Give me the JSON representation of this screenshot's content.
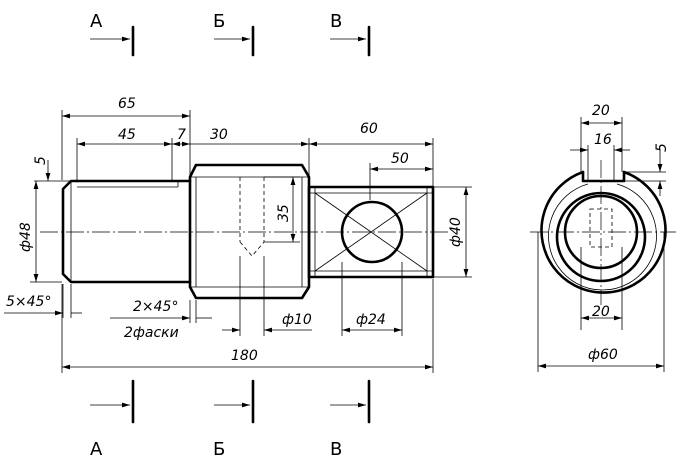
{
  "sections": {
    "a": "А",
    "b": "Б",
    "v": "В"
  },
  "dims": {
    "d65": "65",
    "d45": "45",
    "d7": "7",
    "d30": "30",
    "d60": "60",
    "d50": "50",
    "d5": "5",
    "d35": "35",
    "dia48": "ф48",
    "dia40": "ф40",
    "chamfer_5x45": "5×45°",
    "chamfer_2x45": "2×45°",
    "chamfers_note": "2фаски",
    "dia10": "ф10",
    "dia24": "ф24",
    "d180": "180",
    "side_20_top": "20",
    "side_16": "16",
    "side_5": "5",
    "side_20_bottom": "20",
    "side_dia60": "ф60"
  }
}
